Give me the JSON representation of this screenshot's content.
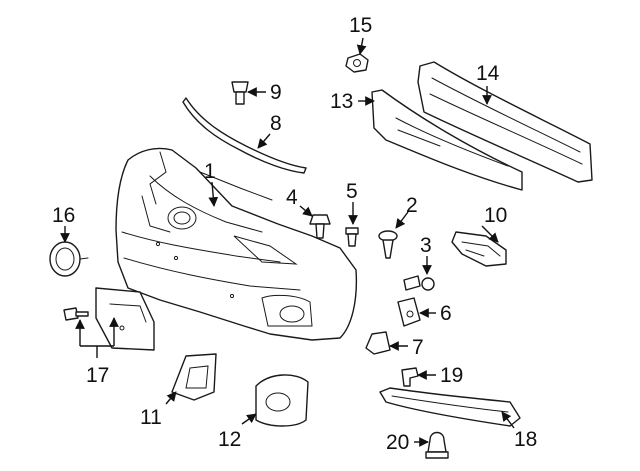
{
  "diagram": {
    "callouts": [
      {
        "id": "1",
        "text": "1"
      },
      {
        "id": "2",
        "text": "2"
      },
      {
        "id": "3",
        "text": "3"
      },
      {
        "id": "4",
        "text": "4"
      },
      {
        "id": "5",
        "text": "5"
      },
      {
        "id": "6",
        "text": "6"
      },
      {
        "id": "7",
        "text": "7"
      },
      {
        "id": "8",
        "text": "8"
      },
      {
        "id": "9",
        "text": "9"
      },
      {
        "id": "10",
        "text": "10"
      },
      {
        "id": "11",
        "text": "11"
      },
      {
        "id": "12",
        "text": "12"
      },
      {
        "id": "13",
        "text": "13"
      },
      {
        "id": "14",
        "text": "14"
      },
      {
        "id": "15",
        "text": "15"
      },
      {
        "id": "16",
        "text": "16"
      },
      {
        "id": "17",
        "text": "17"
      },
      {
        "id": "18",
        "text": "18"
      },
      {
        "id": "19",
        "text": "19"
      },
      {
        "id": "20",
        "text": "20"
      }
    ],
    "colors": {
      "line": "#1a1a1a",
      "background": "#ffffff"
    }
  }
}
